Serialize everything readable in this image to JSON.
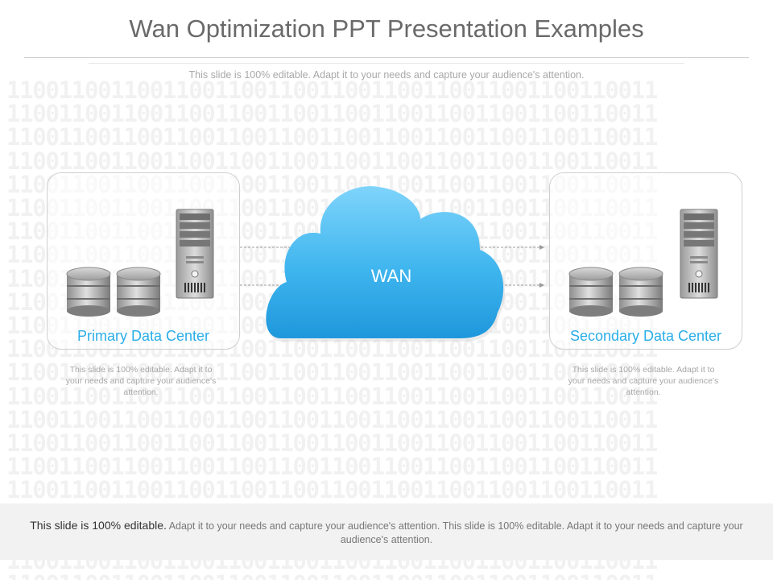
{
  "slide": {
    "title": "Wan Optimization PPT Presentation Examples",
    "subtitle": "This slide is 100% editable. Adapt it to your needs and capture your audience's attention."
  },
  "background_pattern_text": "11001100110011001100110011001100110011001100110011",
  "diagram": {
    "cloud": {
      "label": "WAN",
      "color": "#3fb5ee"
    },
    "left_panel": {
      "label": "Primary Data Center",
      "description": "This slide is 100% editable. Adapt it to your needs and capture your audience's attention."
    },
    "right_panel": {
      "label": "Secondary Data Center",
      "description": "This slide is 100% editable. Adapt it to your needs and capture your audience's attention."
    },
    "accent_color": "#29aee8",
    "icons": [
      "database-icon",
      "server-tower-icon",
      "cloud-icon",
      "arrow-icon"
    ]
  },
  "footer": {
    "lead": "This slide is 100% editable.",
    "rest": " Adapt it to your needs and capture your audience's attention. This slide is 100% editable. Adapt it to your needs and capture your audience's attention."
  }
}
